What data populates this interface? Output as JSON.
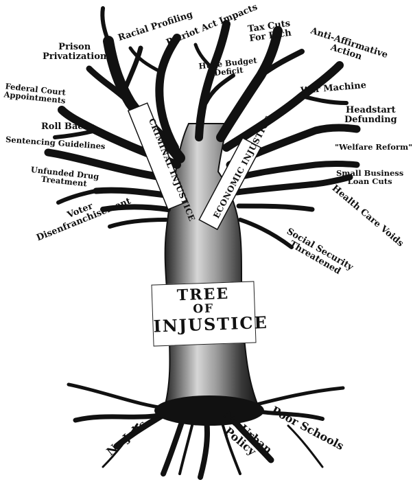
{
  "title": {
    "line1": "TREE",
    "line2": "OF",
    "line3": "INJUSTICE"
  },
  "banners": {
    "criminal": "CRIMINAL INJUSTICE",
    "economic": "ECONOMIC INJUSTICE"
  },
  "branches": {
    "racial_profiling": "Racial Profiling",
    "patriot_act": "Patriot Act Impacts",
    "tax_cuts_1": "Tax Cuts",
    "tax_cuts_2": "For Rich",
    "anti_aa_1": "Anti-Affirmative",
    "anti_aa_2": "Action",
    "prison_1": "Prison",
    "prison_2": "Privatization",
    "deficit_1": "Huge Budget",
    "deficit_2": "Deficit",
    "court_1": "Federal Court",
    "court_2": "Appointments",
    "war_machine": "War Machine",
    "headstart_1": "Headstart",
    "headstart_2": "Defunding",
    "roll_backs": "Roll Backs",
    "welfare": "\"Welfare Reform\"",
    "sentencing": "Sentencing Guidelines",
    "small_biz_1": "Small Business",
    "small_biz_2": "Loan Cuts",
    "drug_1": "Unfunded Drug",
    "drug_2": "Treatment",
    "health_care": "Health Care Voids",
    "voter_1": "Voter",
    "voter_2": "Disenfranchisement",
    "social_sec_1": "Social Security",
    "social_sec_2": "Threatened"
  },
  "roots": {
    "no_jobs": "No Jobs",
    "no_urban_1": "No Urban",
    "no_urban_2": "Policy",
    "poor_schools": "Poor Schools"
  },
  "colors": {
    "ink": "#111111",
    "trunk_shade": "#3a3a3a",
    "trunk_light": "#d8d8d8",
    "background": "#ffffff"
  }
}
